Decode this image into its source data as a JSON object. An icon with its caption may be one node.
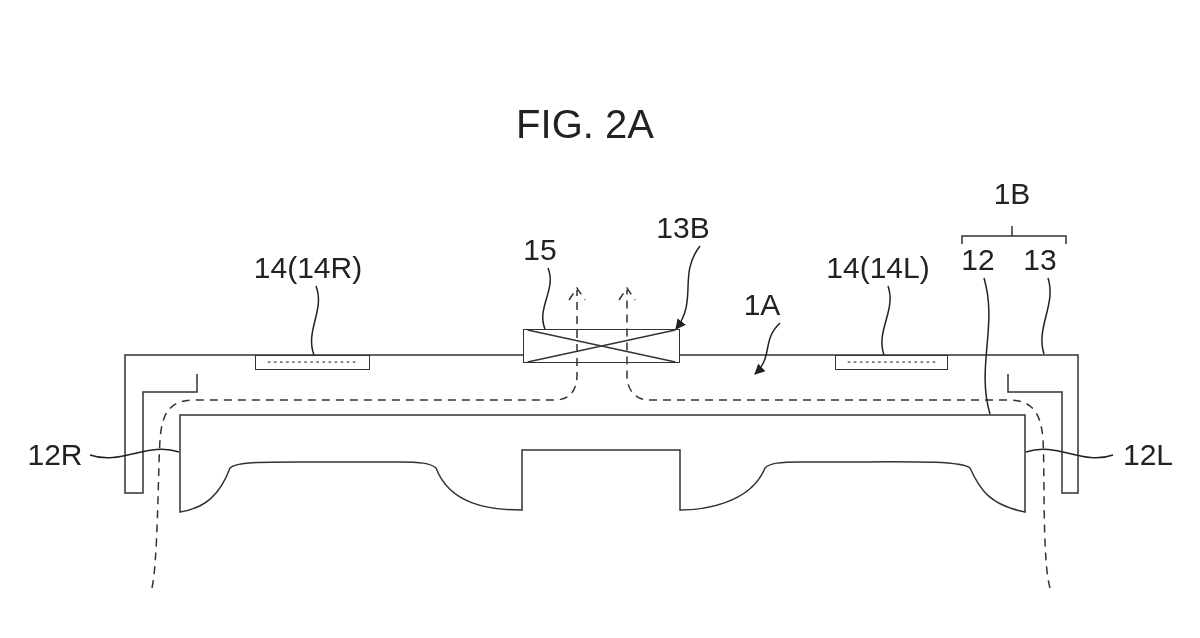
{
  "diagram": {
    "title": "FIG. 2A",
    "nodes": [
      {
        "text": [
          "14(14R)"
        ]
      },
      {
        "text": [
          "15"
        ]
      },
      {
        "text": [
          "13B"
        ]
      },
      {
        "text": [
          "1A"
        ]
      },
      {
        "text": [
          "14(14L)"
        ]
      },
      {
        "text": [
          "12"
        ]
      },
      {
        "text": [
          "13"
        ]
      },
      {
        "text": [
          "12R"
        ]
      },
      {
        "text": [
          "12L"
        ]
      },
      {
        "text": [],
        "shape": "box",
        "in": 13
      },
      {
        "text": [],
        "shape": "box"
      },
      {
        "text": [],
        "shape": "box",
        "in": 13
      },
      {
        "text": [],
        "shape": "box"
      },
      {
        "text": [],
        "shape": "box"
      }
    ],
    "edges": [
      {
        "from": 0,
        "to": 9,
        "arrow": "none"
      },
      {
        "from": 1,
        "to": 10,
        "arrow": "none"
      },
      {
        "from": 2,
        "to": 10,
        "arrow": "to"
      },
      {
        "from": 3,
        "to": 13,
        "arrow": "to"
      },
      {
        "from": 4,
        "to": 11,
        "arrow": "none"
      },
      {
        "from": 5,
        "to": 12,
        "arrow": "none"
      },
      {
        "from": 6,
        "to": 13,
        "arrow": "none"
      },
      {
        "from": 7,
        "to": 12,
        "arrow": "none"
      },
      {
        "from": 8,
        "to": 12,
        "arrow": "none"
      }
    ],
    "labels": [
      "1B"
    ]
  }
}
